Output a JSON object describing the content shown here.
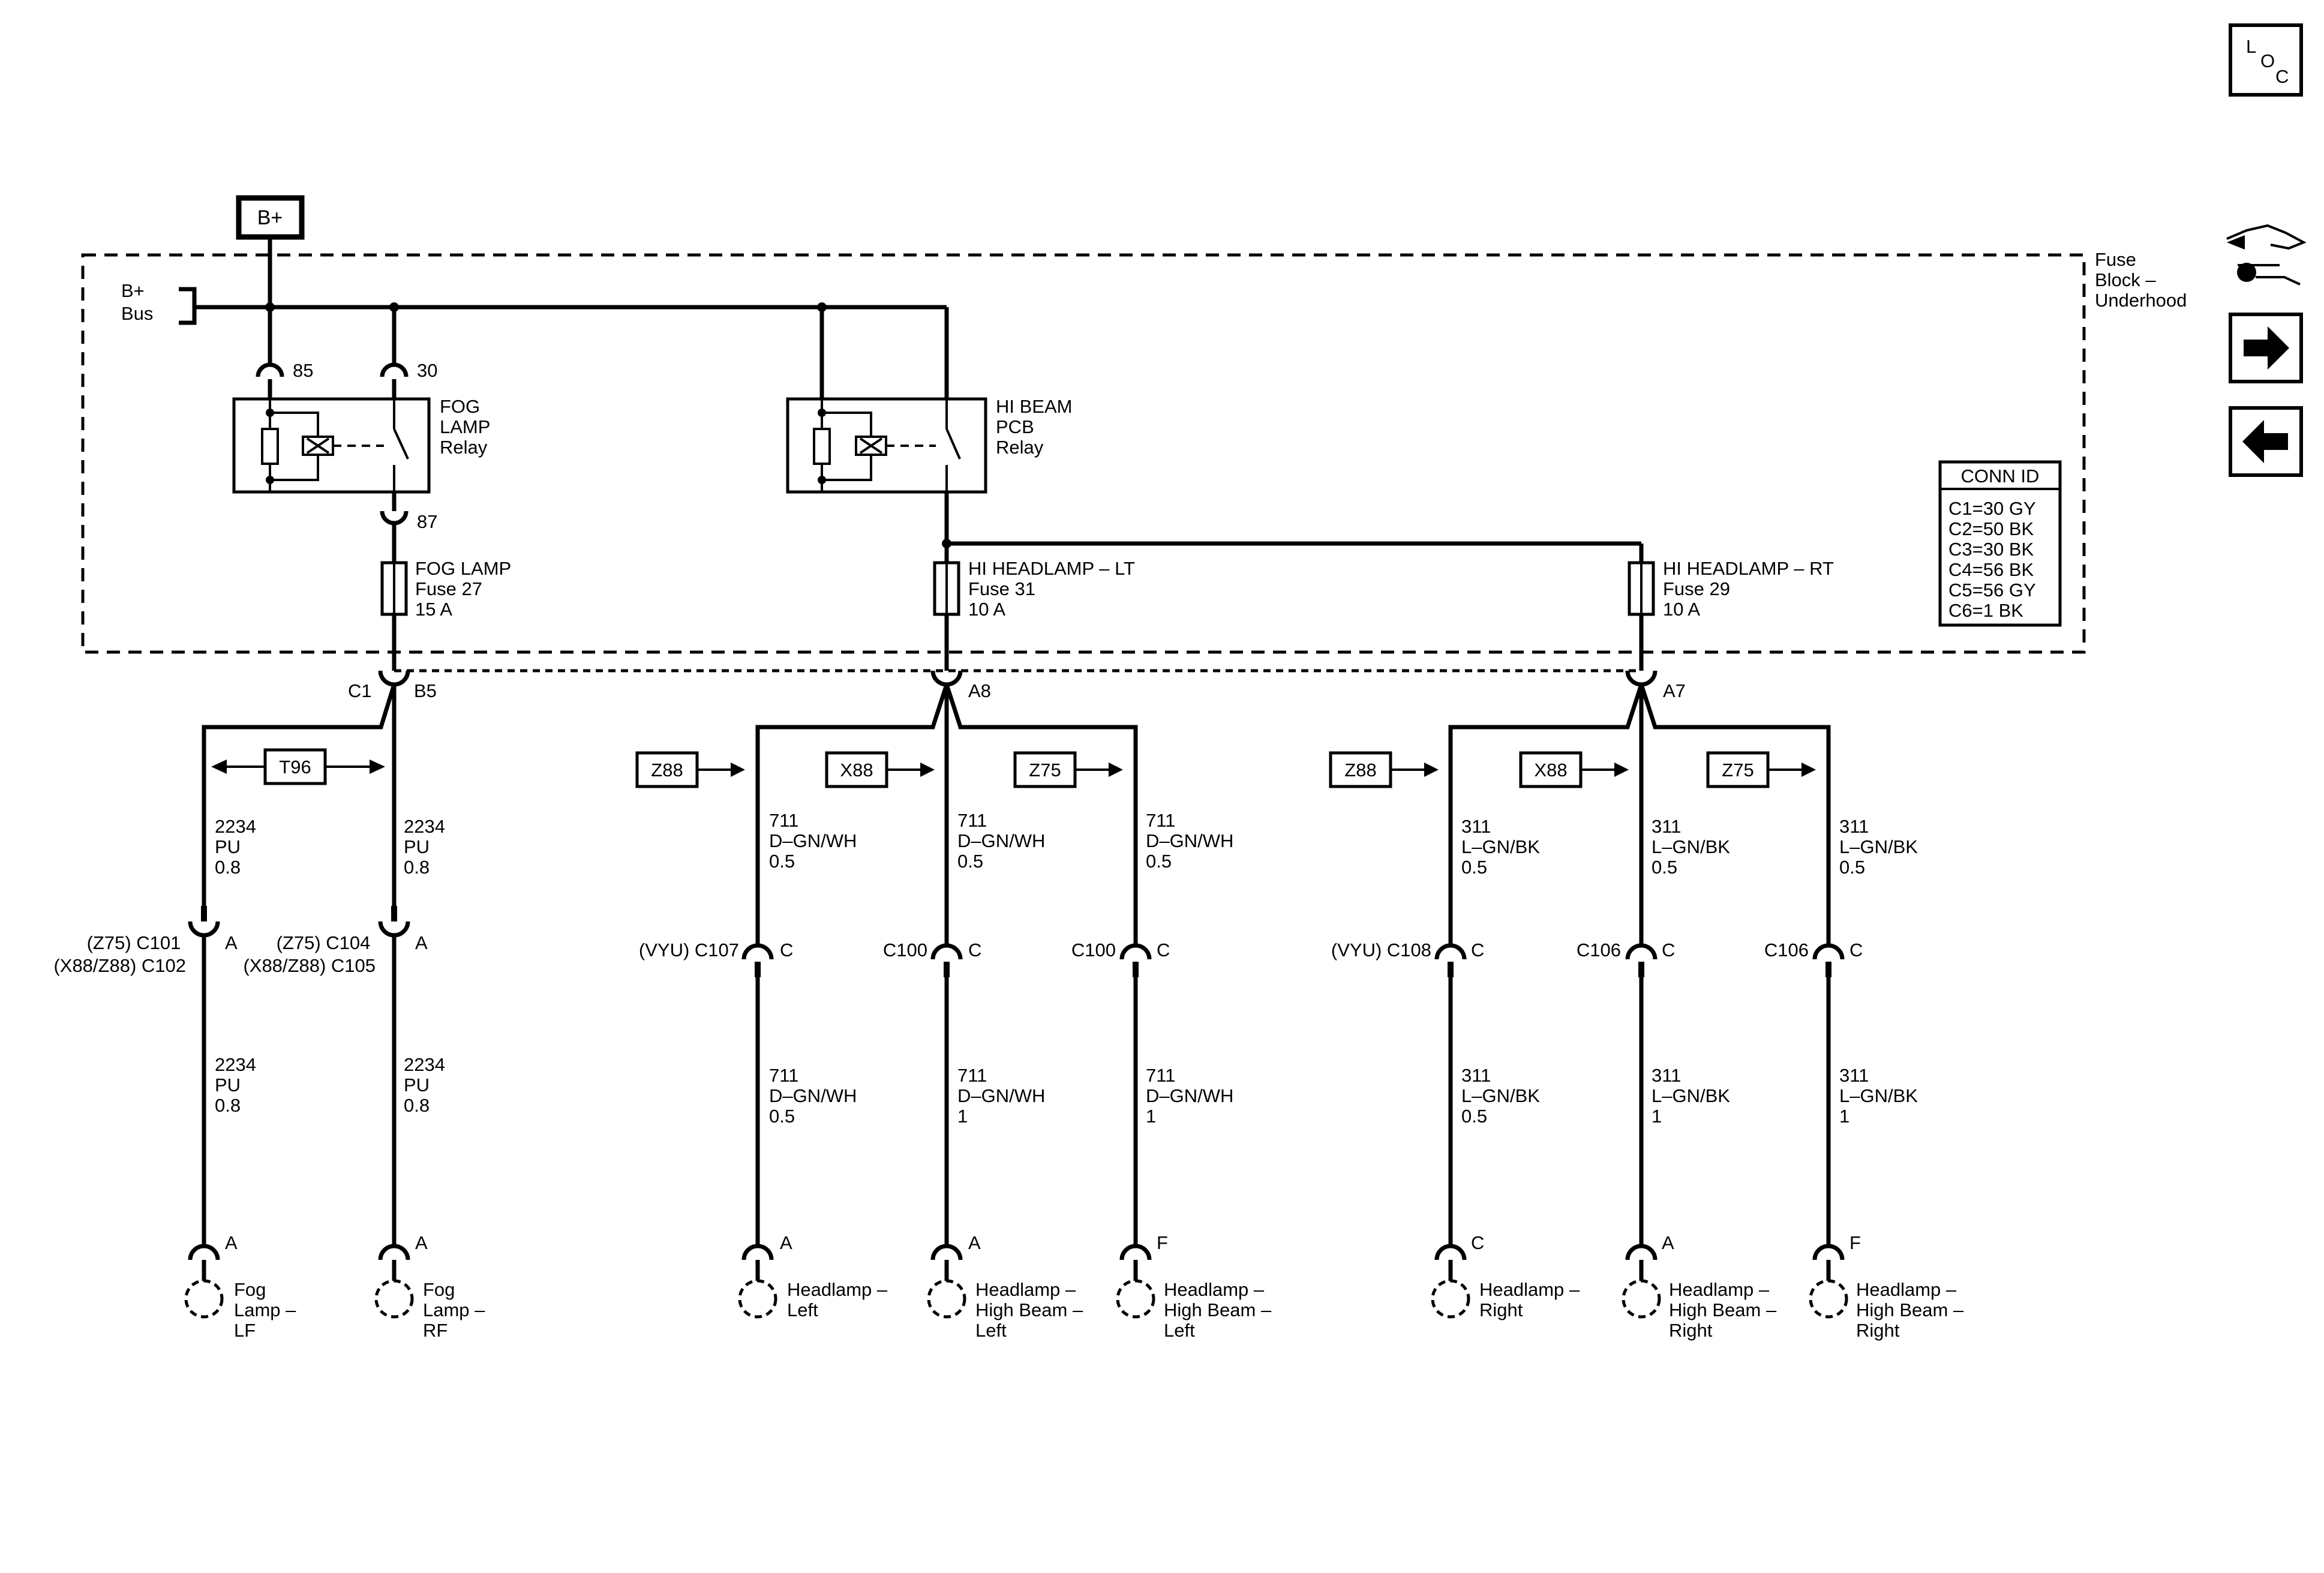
{
  "power": {
    "source": "B+",
    "bus": [
      "B+",
      "Bus"
    ]
  },
  "fuse_block": {
    "label": [
      "Fuse",
      "Block –",
      "Underhood"
    ]
  },
  "relays": {
    "fog": {
      "label": [
        "FOG",
        "LAMP",
        "Relay"
      ],
      "pin_in_coil": "85",
      "pin_in_switch": "30",
      "pin_out": "87"
    },
    "hibeam": {
      "label": [
        "HI BEAM",
        "PCB",
        "Relay"
      ]
    }
  },
  "fuses": {
    "fog": [
      "FOG LAMP",
      "Fuse 27",
      "15 A"
    ],
    "hi_lt": [
      "HI HEADLAMP – LT",
      "Fuse 31",
      "10 A"
    ],
    "hi_rt": [
      "HI HEADLAMP – RT",
      "Fuse 29",
      "10 A"
    ]
  },
  "connectors": {
    "c1": "C1",
    "b5": "B5",
    "a8": "A8",
    "a7": "A7"
  },
  "conn_id": {
    "title": "CONN ID",
    "rows": [
      "C1=30 GY",
      "C2=50 BK",
      "C3=30 BK",
      "C4=56 BK",
      "C5=56 GY",
      "C6=1 BK"
    ]
  },
  "options": {
    "t96": "T96",
    "z88": "Z88",
    "x88": "X88",
    "z75": "Z75"
  },
  "circuits": [
    {
      "upper": [
        "2234",
        "PU",
        "0.8"
      ],
      "inline": [
        "(Z75) C101",
        "(X88/Z88) C102"
      ],
      "inline_pin": "A",
      "lower": [
        "2234",
        "PU",
        "0.8"
      ],
      "pin": "A",
      "device": [
        "Fog",
        "Lamp –",
        "LF"
      ]
    },
    {
      "upper": [
        "2234",
        "PU",
        "0.8"
      ],
      "inline": [
        "(Z75) C104",
        "(X88/Z88) C105"
      ],
      "inline_pin": "A",
      "lower": [
        "2234",
        "PU",
        "0.8"
      ],
      "pin": "A",
      "device": [
        "Fog",
        "Lamp –",
        "RF"
      ]
    },
    {
      "upper": [
        "711",
        "D–GN/WH",
        "0.5"
      ],
      "inline": [
        "(VYU) C107"
      ],
      "inline_pin": "C",
      "lower": [
        "711",
        "D–GN/WH",
        "0.5"
      ],
      "pin": "A",
      "device": [
        "Headlamp –",
        "Left"
      ]
    },
    {
      "upper": [
        "711",
        "D–GN/WH",
        "0.5"
      ],
      "inline": [
        "C100"
      ],
      "inline_pin": "C",
      "lower": [
        "711",
        "D–GN/WH",
        "1"
      ],
      "pin": "A",
      "device": [
        "Headlamp –",
        "High Beam –",
        "Left"
      ]
    },
    {
      "upper": [
        "711",
        "D–GN/WH",
        "0.5"
      ],
      "inline": [
        "C100"
      ],
      "inline_pin": "C",
      "lower": [
        "711",
        "D–GN/WH",
        "1"
      ],
      "pin": "F",
      "device": [
        "Headlamp –",
        "High Beam –",
        "Left"
      ]
    },
    {
      "upper": [
        "311",
        "L–GN/BK",
        "0.5"
      ],
      "inline": [
        "(VYU) C108"
      ],
      "inline_pin": "C",
      "lower": [
        "311",
        "L–GN/BK",
        "0.5"
      ],
      "pin": "C",
      "device": [
        "Headlamp –",
        "Right"
      ]
    },
    {
      "upper": [
        "311",
        "L–GN/BK",
        "0.5"
      ],
      "inline": [
        "C106"
      ],
      "inline_pin": "C",
      "lower": [
        "311",
        "L–GN/BK",
        "1"
      ],
      "pin": "A",
      "device": [
        "Headlamp –",
        "High Beam –",
        "Right"
      ]
    },
    {
      "upper": [
        "311",
        "L–GN/BK",
        "0.5"
      ],
      "inline": [
        "C106"
      ],
      "inline_pin": "C",
      "lower": [
        "311",
        "L–GN/BK",
        "1"
      ],
      "pin": "F",
      "device": [
        "Headlamp –",
        "High Beam –",
        "Right"
      ]
    }
  ],
  "nav": {
    "loc": [
      "L",
      "O",
      "C"
    ]
  }
}
